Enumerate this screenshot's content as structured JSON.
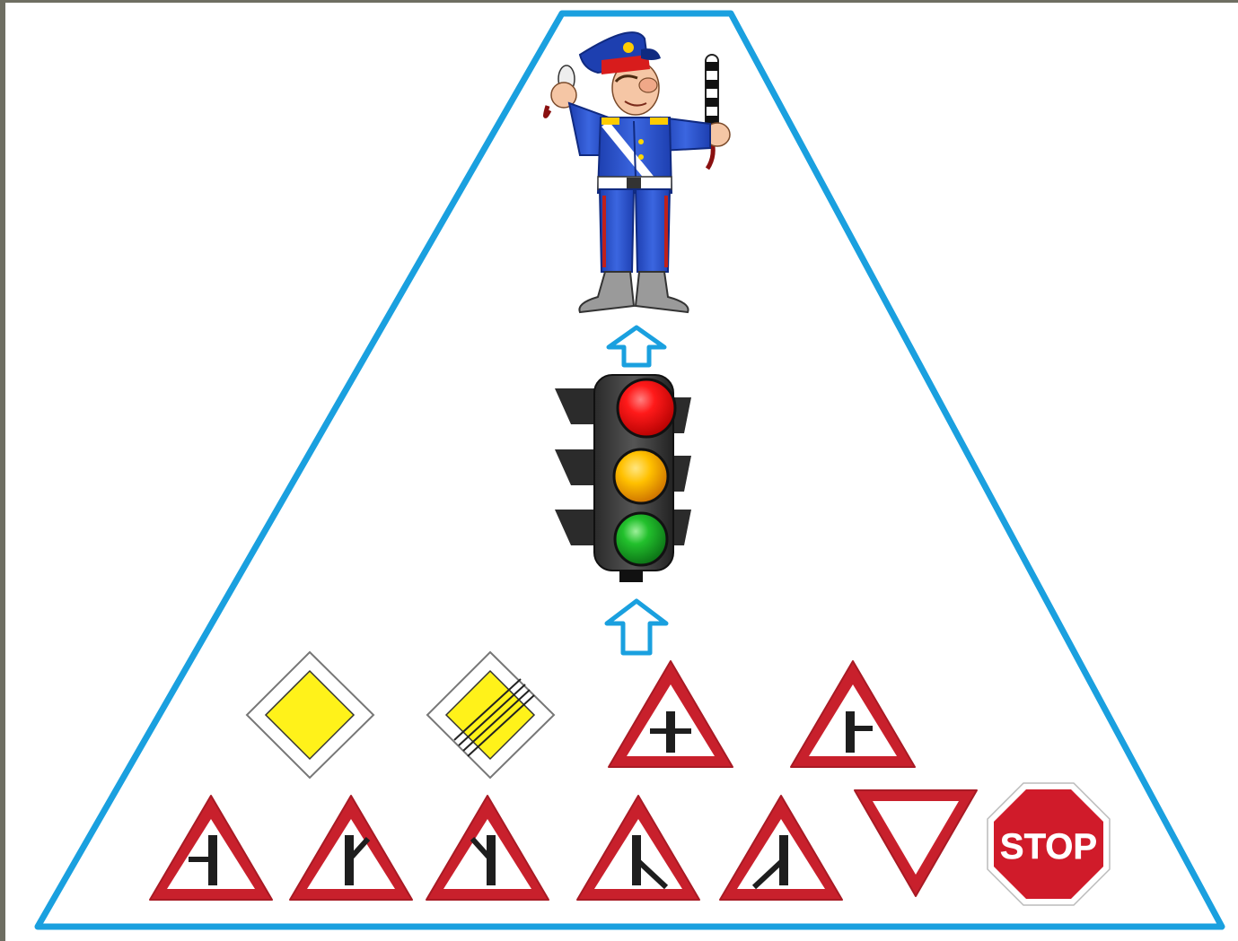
{
  "colors": {
    "frame": "#5a5a4e",
    "triangle_outline": "#1aa0df",
    "arrow_outline": "#1aa0df",
    "sign_border_red": "#c8202c",
    "sign_symbol": "#1e1e1e",
    "priority_yellow": "#fff21a",
    "stop_red": "#d01b2a",
    "light_red": "#ff1010",
    "light_yellow": "#ffc400",
    "light_green": "#18b02a"
  },
  "hierarchy": {
    "top": "traffic-police-officer",
    "middle": "traffic-light",
    "bottom": "road-signs"
  },
  "traffic_light": {
    "lamps": [
      "red",
      "yellow",
      "green"
    ]
  },
  "signs": {
    "row1": [
      "priority-road",
      "end-of-priority-road",
      "crossroad-secondary",
      "side-road-right"
    ],
    "row2": [
      "side-road-left",
      "oblique-side-road-right",
      "oblique-side-road-left",
      "merge-right",
      "merge-left",
      "give-way",
      "stop"
    ],
    "stop_text": "STOP"
  }
}
